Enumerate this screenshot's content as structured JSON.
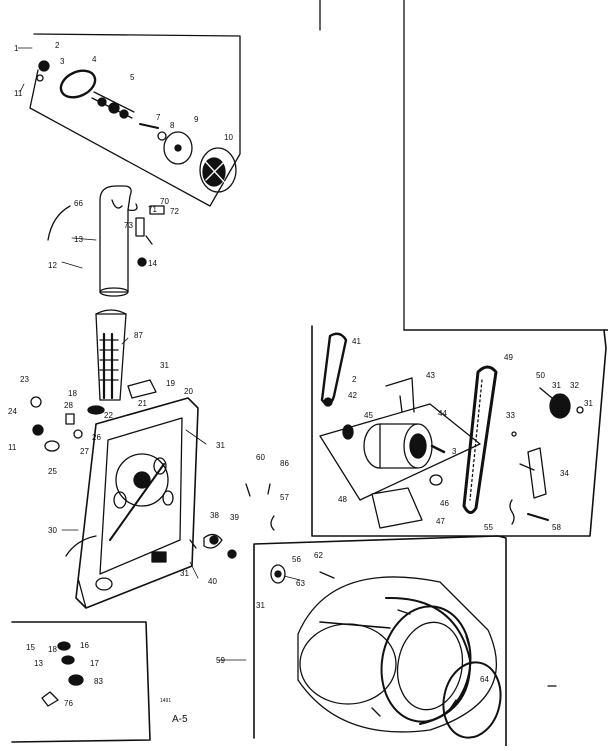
{
  "diagram": {
    "page_label": "A-5",
    "small_code": "1491",
    "callouts": {
      "c1": "1",
      "c2": "2",
      "c3": "3",
      "c4": "4",
      "c5": "5",
      "c7": "7",
      "c8": "8",
      "c9": "9",
      "c10": "10",
      "c11": "11",
      "c12": "12",
      "c13": "13",
      "c14": "14",
      "c66": "66",
      "c70": "70",
      "c71": "71",
      "c72": "72",
      "c73": "73",
      "c87": "87",
      "c23": "23",
      "c24": "24",
      "c25": "25",
      "c26": "26",
      "c27": "27",
      "c28": "28",
      "c18": "18",
      "c19": "19",
      "c20": "20",
      "c21": "21",
      "c22": "22",
      "c31a": "31",
      "c31b": "31",
      "c31c": "31",
      "c11b": "11",
      "c30": "30",
      "c40": "40",
      "c39": "39",
      "c38": "38",
      "c60": "60",
      "c86": "86",
      "c57": "57",
      "c41": "41",
      "c42": "42",
      "c43": "43",
      "c45": "45",
      "c44": "44",
      "c49": "49",
      "c50": "50",
      "c31d": "31",
      "c32": "32",
      "c33": "33",
      "c3b": "3",
      "c46": "46",
      "c48": "48",
      "c47": "47",
      "c34": "34",
      "c55": "55",
      "c58": "58",
      "c31e": "31",
      "c56": "56",
      "c62": "62",
      "c63": "63",
      "c31f": "31",
      "c59": "59",
      "c64": "64",
      "i15": "15",
      "i16": "16",
      "i13": "13",
      "i17": "17",
      "i83": "83",
      "i76": "76",
      "i18": "18"
    }
  }
}
